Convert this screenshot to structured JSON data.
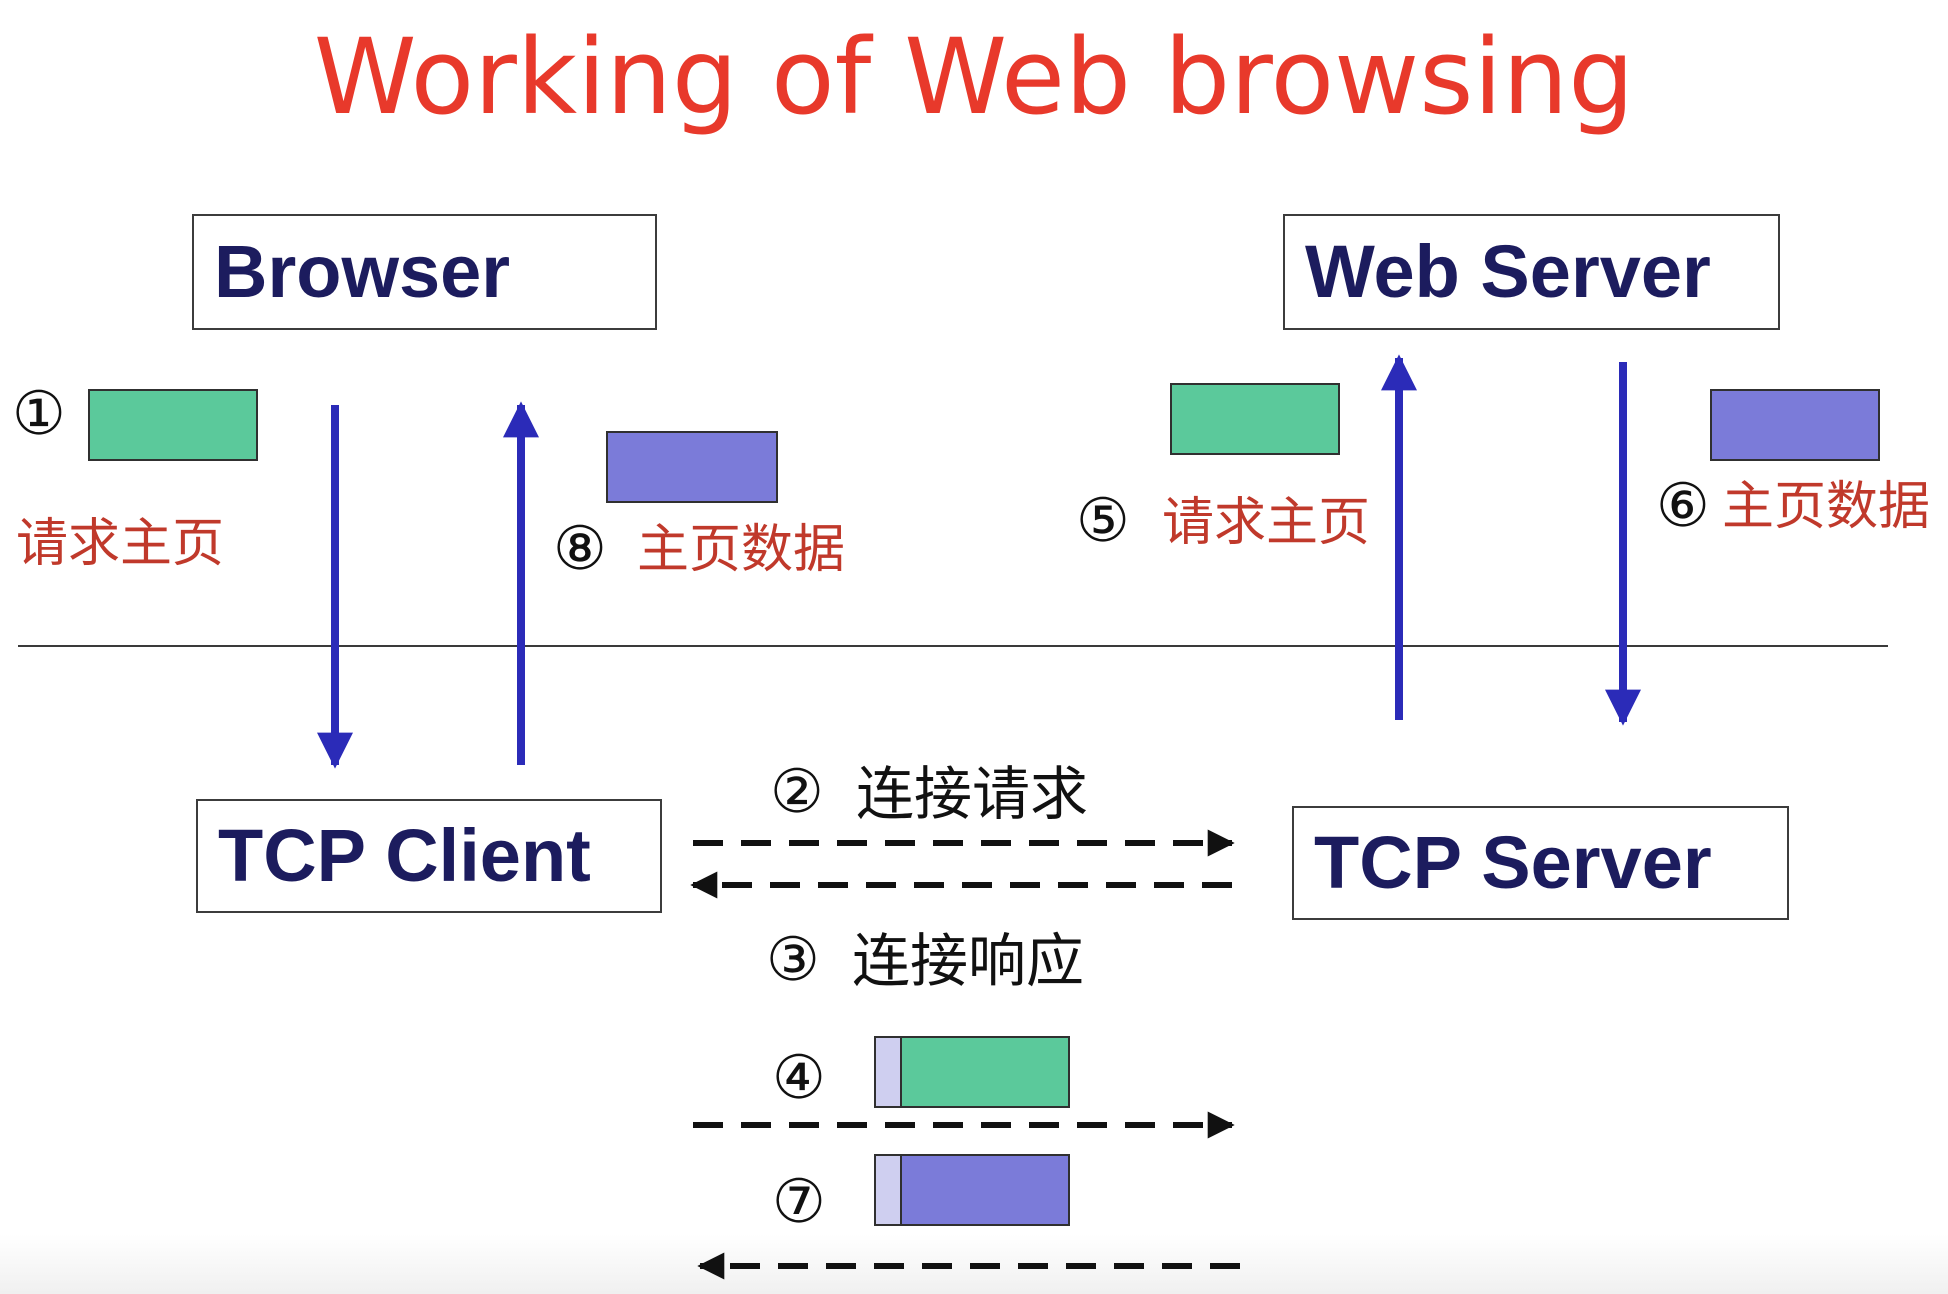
{
  "title": "Working of Web browsing",
  "nodes": {
    "browser": "Browser",
    "web_server": "Web Server",
    "tcp_client": "TCP Client",
    "tcp_server": "TCP Server"
  },
  "steps": {
    "s1": {
      "num": "①",
      "label": "请求主页"
    },
    "s2": {
      "num": "②",
      "label": "连接请求"
    },
    "s3": {
      "num": "③",
      "label": "连接响应"
    },
    "s4": {
      "num": "④"
    },
    "s5": {
      "num": "⑤",
      "label": "请求主页"
    },
    "s6": {
      "num": "⑥",
      "label": "主页数据"
    },
    "s7": {
      "num": "⑦"
    },
    "s8": {
      "num": "⑧",
      "label": "主页数据"
    }
  },
  "colors": {
    "title": "#e8392b",
    "node_text": "#1c1c5e",
    "request_packet": "#5bc99b",
    "data_packet": "#7b7bd9",
    "arrow": "#2b2bb8",
    "step_label": "#c0392b"
  }
}
